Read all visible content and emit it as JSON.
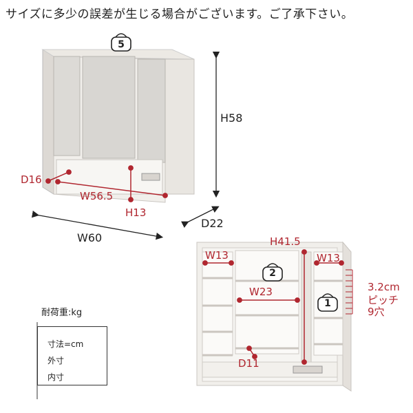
{
  "notice": "サイズに多少の誤差が生じる場合がございます。ご了承下さい。",
  "upper_figure": {
    "badge": "5",
    "dimensions": {
      "height": "H58",
      "depth_inner": "D16",
      "width_inner": "W56.5",
      "height_inner": "H13",
      "depth": "D22",
      "width": "W60"
    }
  },
  "lower_figure": {
    "badge_middle": "2",
    "badge_right": "1",
    "dimensions": {
      "height_inner": "H41.5",
      "width_left": "W13",
      "width_right": "W13",
      "width_center": "W23",
      "depth_inner": "D11"
    },
    "pitch_note": [
      "3.2cm",
      "ピッチ",
      "9穴"
    ]
  },
  "legend": {
    "load_label": "耐荷重:kg",
    "unit_label": "寸法=cm",
    "outer_label": "外寸",
    "inner_label": "内寸"
  },
  "colors": {
    "inner_dimension": "#b0262f",
    "outer_dimension": "#222222"
  }
}
